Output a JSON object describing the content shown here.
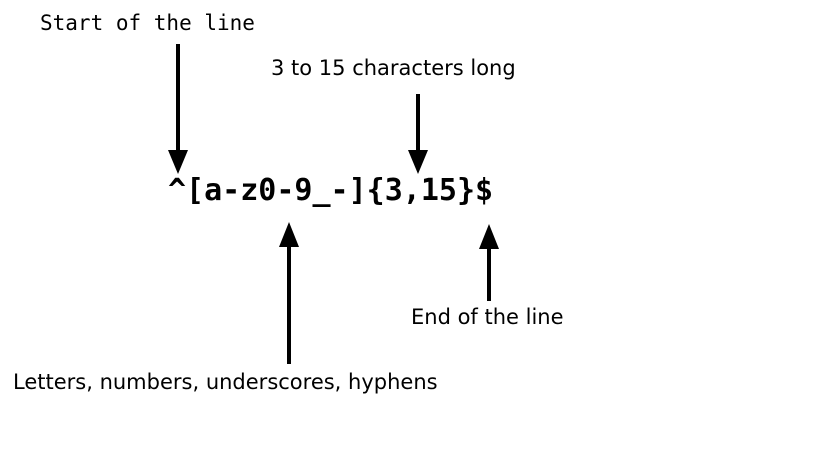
{
  "diagram": {
    "type": "annotated-regex",
    "background_color": "#ffffff",
    "ink_color": "#000000",
    "expression": "^[a-z0-9_-]{3,15}$",
    "annotations": [
      {
        "id": "start-of-line",
        "label": "Start of the line",
        "targets": "^",
        "arrow_direction": "down",
        "font_style": "monospace"
      },
      {
        "id": "length",
        "label": "3 to 15 characters long",
        "targets": "{3,15}",
        "arrow_direction": "down",
        "font_style": "sans-serif"
      },
      {
        "id": "charset",
        "label": "Letters, numbers, underscores, hyphens",
        "targets": "[a-z0-9_-]",
        "arrow_direction": "up",
        "font_style": "sans-serif"
      },
      {
        "id": "end-of-line",
        "label": "End of the line",
        "targets": "$",
        "arrow_direction": "up",
        "font_style": "sans-serif"
      }
    ],
    "clipped_fragment": ":"
  }
}
